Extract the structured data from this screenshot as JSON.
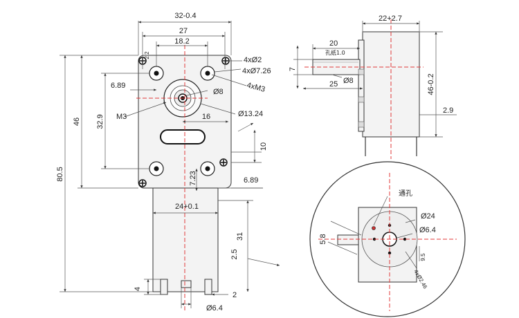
{
  "front_view": {
    "width_total": "32-0.4",
    "mount_spacing": "27",
    "slot_spacing": "18.2",
    "holes_2": "4xØ2",
    "holes_726": "4xØ7.26",
    "holes_m3": "4xM3",
    "hub_dia": "Ø8",
    "hub_outer": "Ø13.24",
    "offset_689": "6.89",
    "height_329": "32.9",
    "height_46": "46",
    "height_total": "80.5",
    "thread": "M3",
    "slot_len": "16",
    "side_10": "10",
    "dim_723": "7.23",
    "dim_689_b": "6.89",
    "small_22": "2.2",
    "motor_width": "24+0.1",
    "motor_31": "31",
    "motor_25": "2.5",
    "pin_4": "4",
    "pin_2": "2",
    "pin_dia": "Ø6.4"
  },
  "side_view": {
    "depth": "22+2.7",
    "shaft_len": "20",
    "flat_note": "孔纸1.0",
    "shaft_h": "7",
    "shaft_full": "25",
    "shaft_dia": "Ø8",
    "body_h": "46-0.2",
    "step": "2.9"
  },
  "end_view": {
    "through_hole": "通孔",
    "dia_24": "Ø24",
    "dia_64": "Ø6.4",
    "dim_58": "5.8",
    "dim_95": "9.5",
    "holes": "4xØ2.46"
  }
}
